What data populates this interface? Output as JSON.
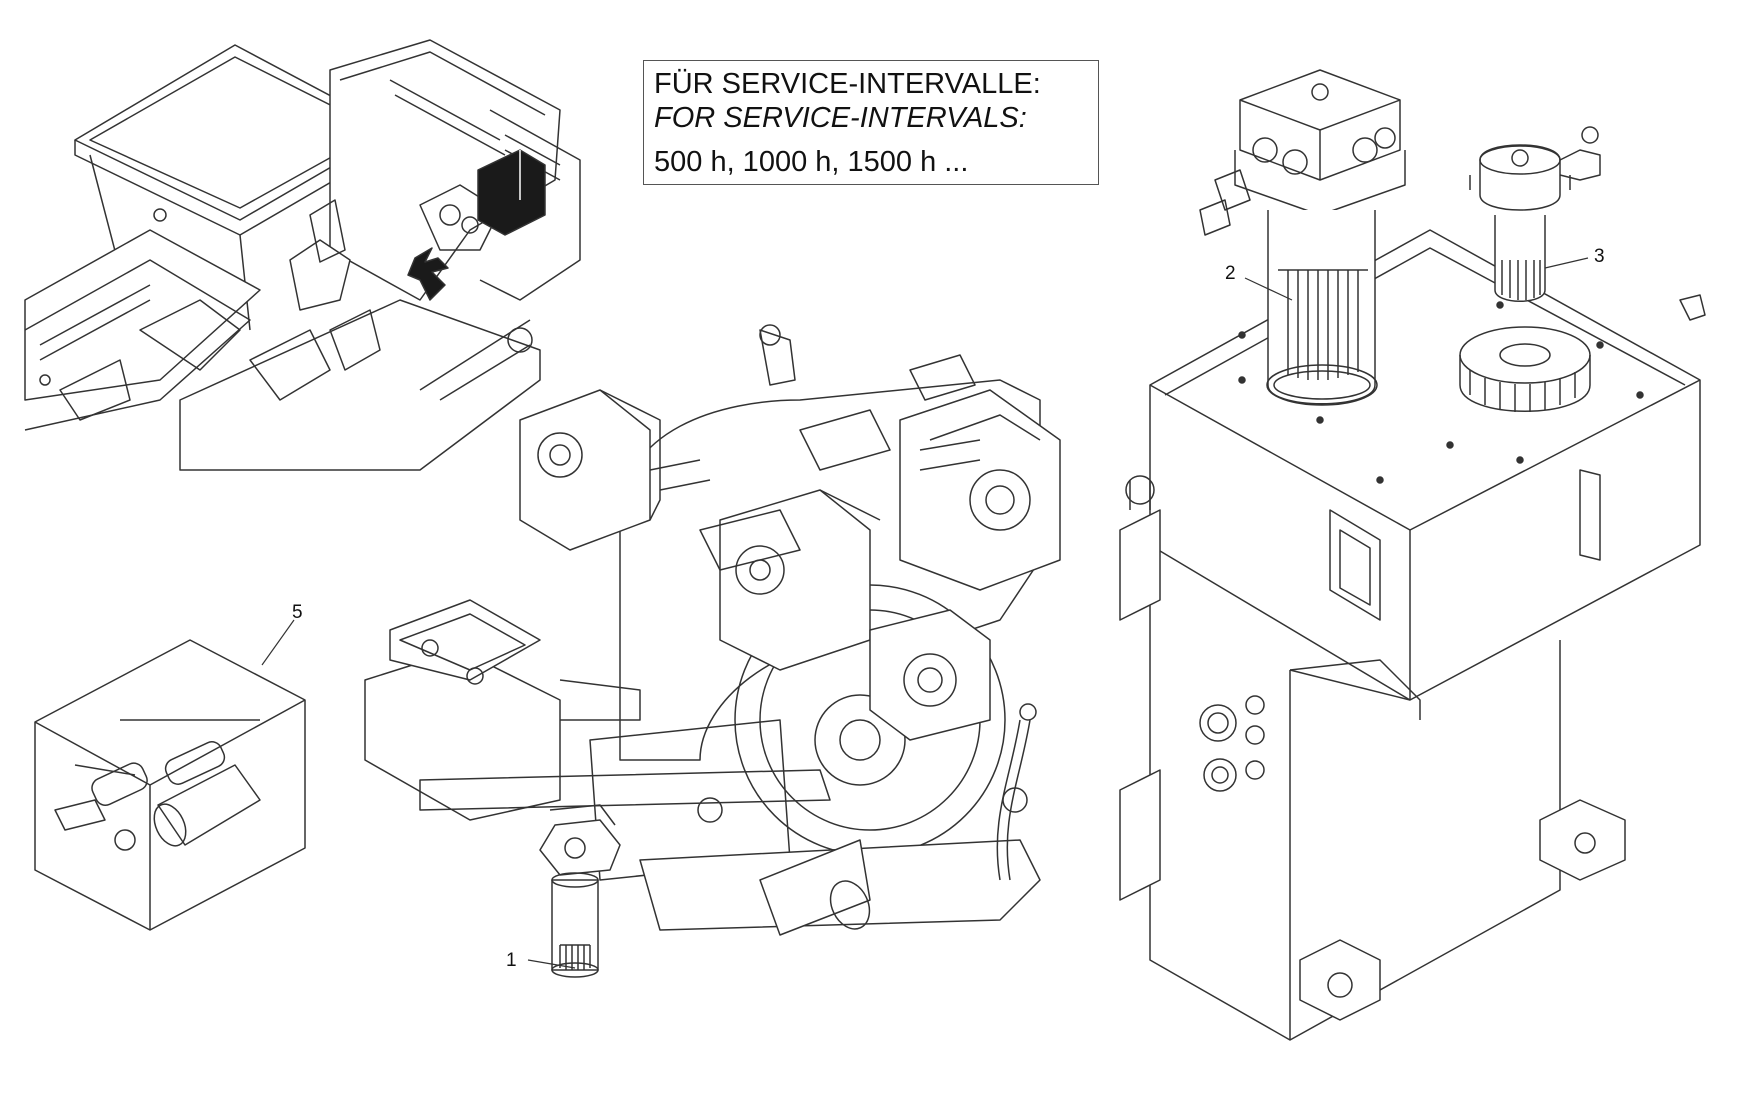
{
  "service_box": {
    "line_de": "FÜR SERVICE-INTERVALLE:",
    "line_en": "FOR SERVICE-INTERVALS:",
    "intervals": "500 h, 1000 h, 1500 h ..."
  },
  "callouts": [
    {
      "label": "1"
    },
    {
      "label": "2"
    },
    {
      "label": "3"
    },
    {
      "label": "5"
    }
  ],
  "colors": {
    "line": "#333333",
    "fill": "#ffffff",
    "dark_part": "#1a1a1a"
  }
}
